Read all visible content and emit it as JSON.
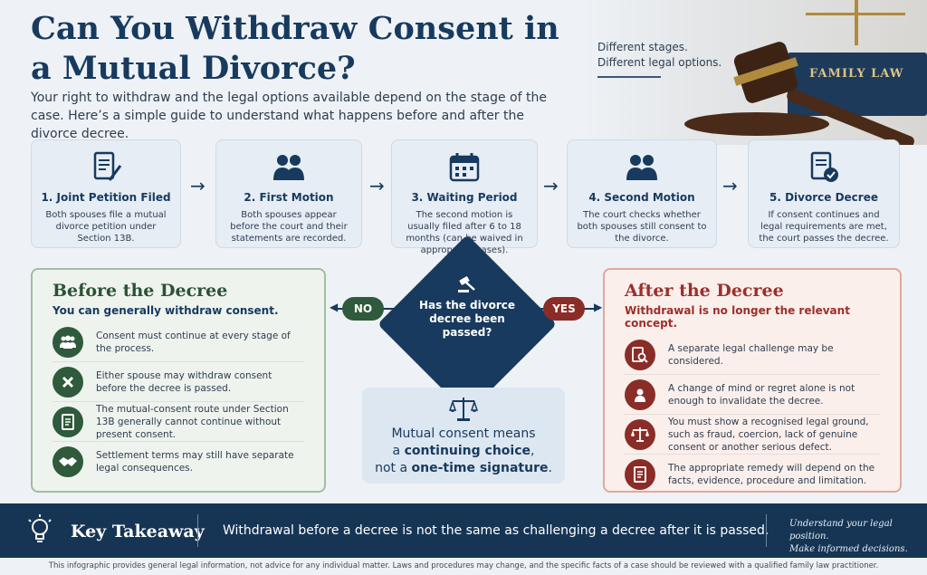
{
  "header": {
    "title": "Can You Withdraw Consent in a Mutual Divorce?",
    "intro": "Your right to withdraw and the legal options available depend on the stage of the case. Here’s a simple guide to understand what happens before and after the divorce decree.",
    "tagline_1": "Different stages.",
    "tagline_2": "Different legal options.",
    "books_label": "FAMILY LAW"
  },
  "steps": [
    {
      "title": "1. Joint Petition Filed",
      "desc": "Both spouses file a mutual divorce petition under Section 13B.",
      "icon": "document-pen-icon"
    },
    {
      "title": "2. First Motion",
      "desc": "Both spouses appear before the court and their statements are recorded.",
      "icon": "two-people-icon"
    },
    {
      "title": "3. Waiting Period",
      "desc": "The second motion is usually filed after 6 to 18 months (can be waived in appropriate cases).",
      "icon": "calendar-icon"
    },
    {
      "title": "4. Second Motion",
      "desc": "The court checks whether both spouses still consent to the divorce.",
      "icon": "two-people-icon"
    },
    {
      "title": "5. Divorce Decree",
      "desc": "If consent continues and legal requirements are met, the court passes the decree.",
      "icon": "document-check-icon"
    }
  ],
  "before": {
    "title": "Before the Decree",
    "subtitle": "You can generally withdraw consent.",
    "items": [
      {
        "text": "Consent must continue at every stage of the process.",
        "icon": "group-icon"
      },
      {
        "text": "Either spouse may withdraw consent before the decree is passed.",
        "icon": "x-icon"
      },
      {
        "text": "The mutual-consent route under Section 13B generally cannot continue without present consent.",
        "icon": "document-icon"
      },
      {
        "text": "Settlement terms may still have separate legal consequences.",
        "icon": "handshake-icon"
      }
    ]
  },
  "decision": {
    "question": "Has the divorce decree been passed?",
    "no": "NO",
    "yes": "YES"
  },
  "middle": {
    "line1": "Mutual consent means",
    "line2_pre": "a ",
    "line2_bold": "continuing choice",
    "line2_post": ",",
    "line3_pre": "not a ",
    "line3_bold": "one-time signature",
    "line3_post": "."
  },
  "after": {
    "title": "After the Decree",
    "subtitle": "Withdrawal is no longer the relevant concept.",
    "items": [
      {
        "text": "A separate legal challenge may be considered.",
        "icon": "document-search-icon"
      },
      {
        "text": "A change of mind or regret alone is not enough to invalidate the decree.",
        "icon": "person-icon"
      },
      {
        "text": "You must show a recognised legal ground, such as fraud, coercion, lack of genuine consent or another serious defect.",
        "icon": "scales-icon"
      },
      {
        "text": "The appropriate remedy will depend on the facts, evidence, procedure and limitation.",
        "icon": "document-icon"
      }
    ]
  },
  "takeaway": {
    "title": "Key Takeaway",
    "text": "Withdrawal before a decree is not the same as challenging a decree after it is passed.",
    "side_1": "Understand your legal position.",
    "side_2": "Make informed decisions."
  },
  "disclaimer": "This infographic provides general legal information, not advice for any individual matter. Laws and procedures may change, and the specific facts of a case should be reviewed with a qualified family law practitioner.",
  "colors": {
    "navy": "#173a5e",
    "green": "#2f5a3b",
    "red": "#8a2c28"
  }
}
